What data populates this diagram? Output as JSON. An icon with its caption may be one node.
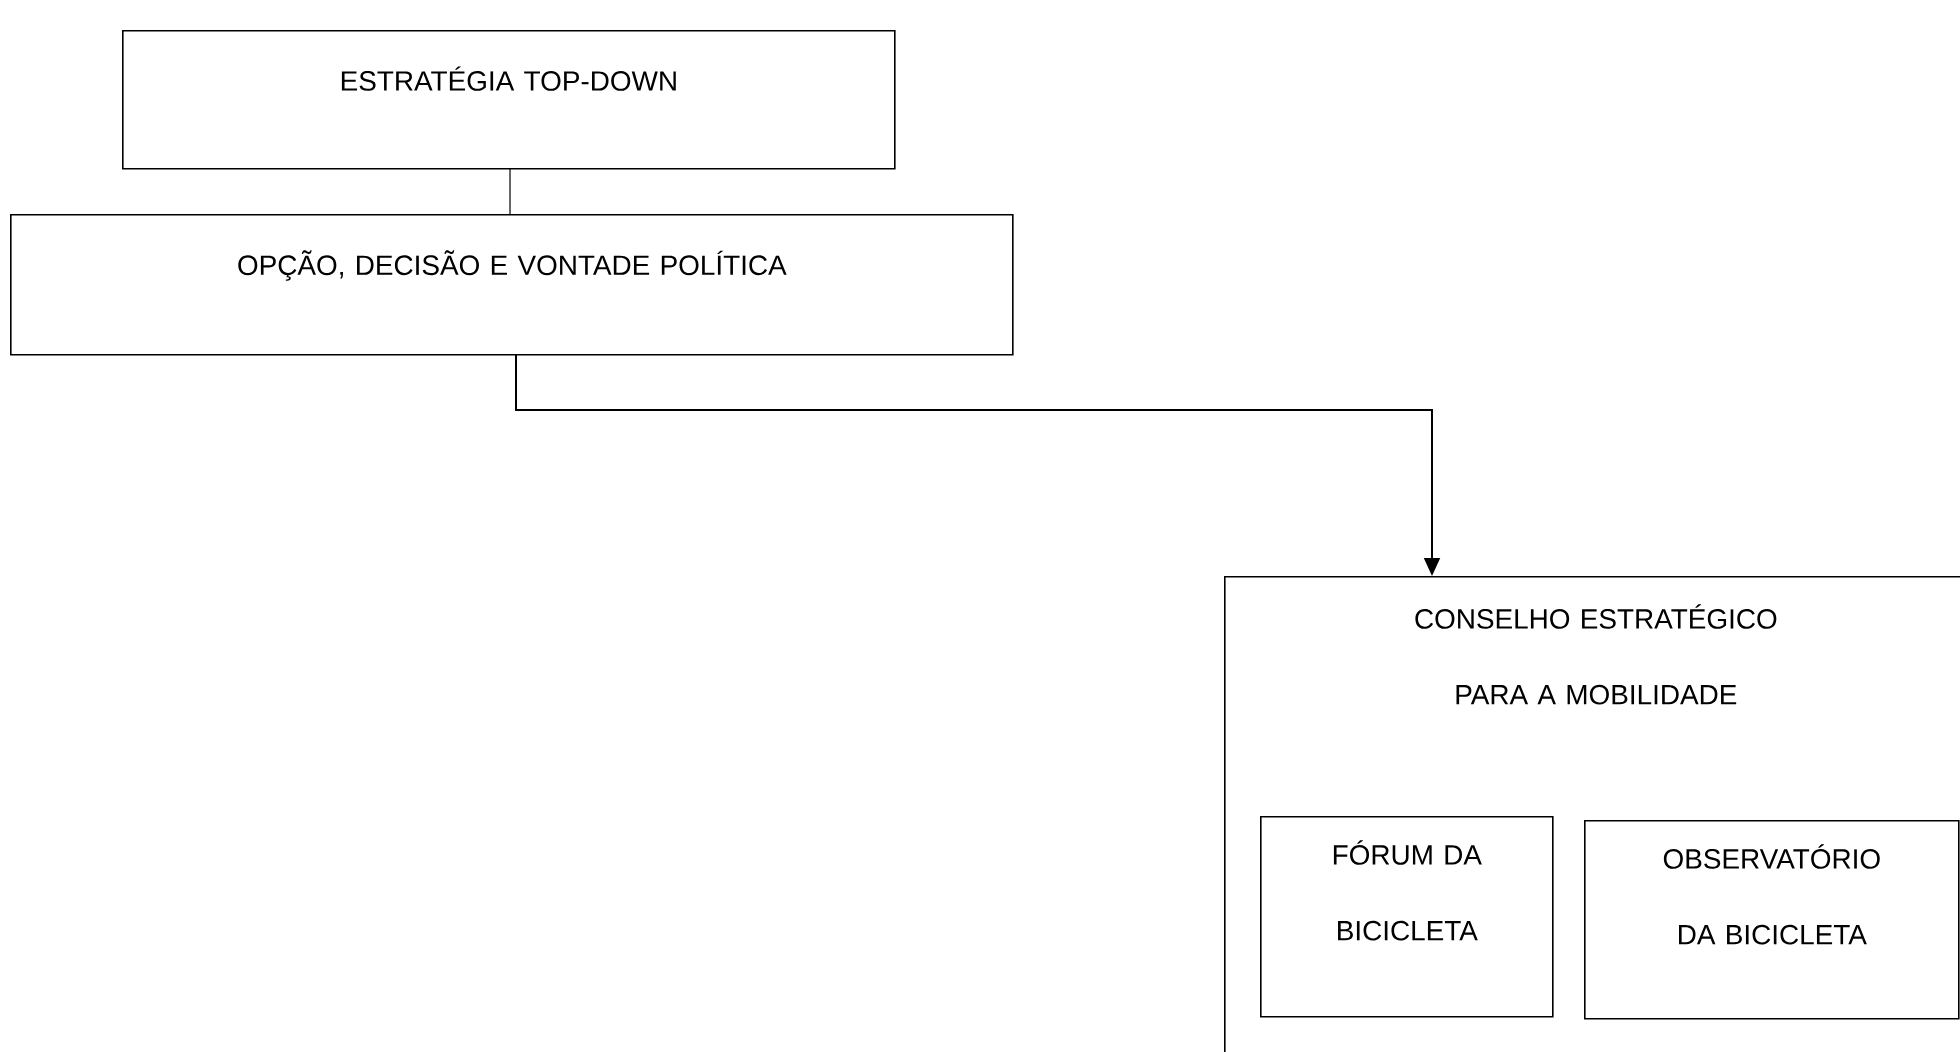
{
  "diagram": {
    "nodes": [
      {
        "text": [
          "ESTRATÉGIA TOP-DOWN"
        ]
      },
      {
        "text": [
          "OPÇÃO, DECISÃO E VONTADE POLÍTICA"
        ]
      },
      {
        "text": [
          "CONSELHO ESTRATÉGICO PARA A MOBILIDADE"
        ]
      },
      {
        "text": [
          "FÓRUM DA BICICLETA"
        ],
        "in": 2
      },
      {
        "text": [
          "OBSERVATÓRIO DA BICICLETA"
        ],
        "in": 2
      }
    ],
    "edges": [
      {
        "from": 0,
        "to": 1,
        "arrow": "none"
      },
      {
        "from": 1,
        "to": 2,
        "arrow": "to"
      }
    ]
  }
}
